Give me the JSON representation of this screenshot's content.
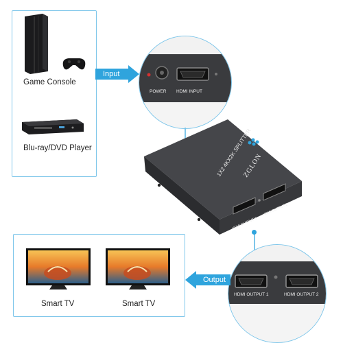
{
  "sources": [
    {
      "label": "Game Console"
    },
    {
      "label": "Blu-ray/DVD Player"
    }
  ],
  "outputs": [
    {
      "label": "Smart TV"
    },
    {
      "label": "Smart TV"
    }
  ],
  "arrows": {
    "input_label": "Input",
    "output_label": "Output"
  },
  "input_zoom": {
    "power_label": "POWER",
    "hdmi_input_label": "HDMI INPUT"
  },
  "output_zoom": {
    "output1_label": "HDMI OUTPUT 1",
    "output2_label": "HDMI OUTPUT 2"
  },
  "device": {
    "brand": "ZGLON",
    "model": "1X2 4KX2K SPLITTER",
    "port1_label": "HDMI OUTPUT 1",
    "port2_label": "HDMI OUTPUT 2"
  },
  "colors": {
    "accent": "#2fa4dd",
    "frame": "#7ec6ea",
    "device_body": "#3c3d40"
  }
}
